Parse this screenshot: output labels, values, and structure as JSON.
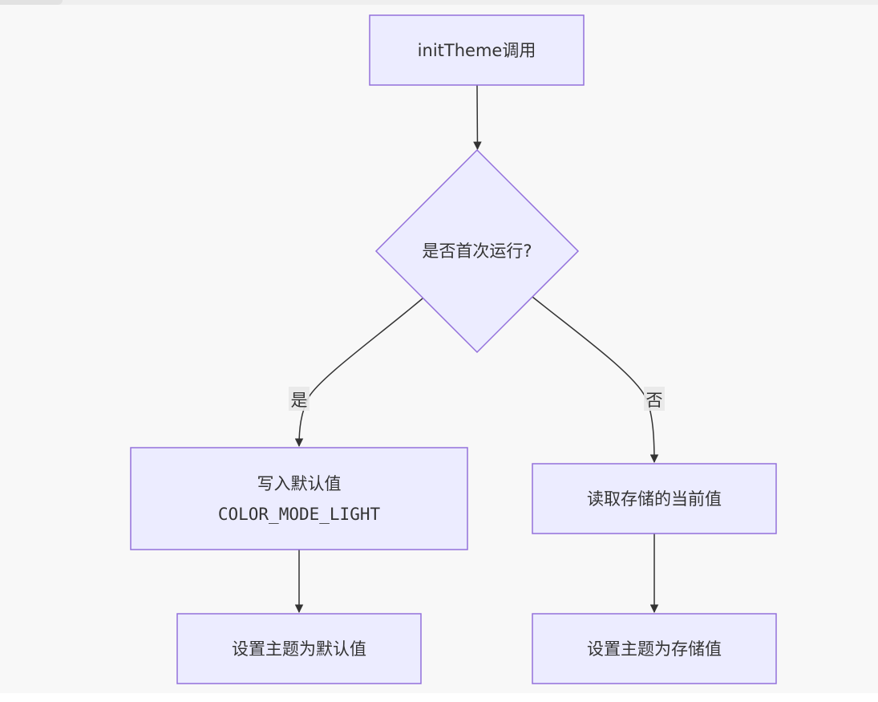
{
  "diagram": {
    "type": "flowchart",
    "direction": "top-down",
    "colors": {
      "node_fill": "#ececff",
      "node_stroke": "#9370db",
      "edge": "#333333",
      "text": "#333333",
      "label_bg": "#e8e8e8",
      "background": "#f8f8f8"
    },
    "nodes": {
      "start": {
        "label": "initTheme调用",
        "shape": "rectangle"
      },
      "decision": {
        "label": "是否首次运行?",
        "shape": "diamond"
      },
      "write_default": {
        "line1": "写入默认值",
        "line2": "COLOR_MODE_LIGHT",
        "shape": "rectangle"
      },
      "read_stored": {
        "label": "读取存储的当前值",
        "shape": "rectangle"
      },
      "set_default": {
        "label": "设置主题为默认值",
        "shape": "rectangle"
      },
      "set_stored": {
        "label": "设置主题为存储值",
        "shape": "rectangle"
      }
    },
    "edges": {
      "start_to_decision": {
        "from": "start",
        "to": "decision",
        "label": ""
      },
      "decision_to_write": {
        "from": "decision",
        "to": "write_default",
        "label": "是"
      },
      "decision_to_read": {
        "from": "decision",
        "to": "read_stored",
        "label": "否"
      },
      "write_to_set_default": {
        "from": "write_default",
        "to": "set_default",
        "label": ""
      },
      "read_to_set_stored": {
        "from": "read_stored",
        "to": "set_stored",
        "label": ""
      }
    }
  }
}
